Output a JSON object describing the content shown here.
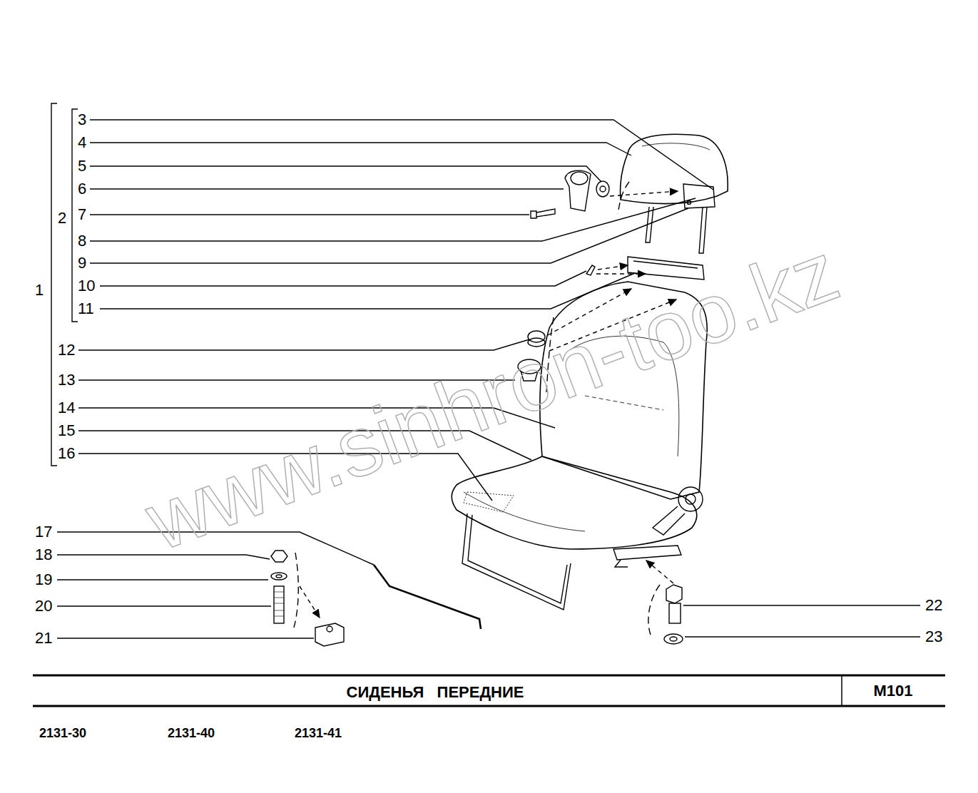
{
  "diagram": {
    "title": "СИДЕНЬЯ   ПЕРЕДНИЕ",
    "labels": [
      "1",
      "2",
      "3",
      "4",
      "5",
      "6",
      "7",
      "8",
      "9",
      "10",
      "11",
      "12",
      "13",
      "14",
      "15",
      "16",
      "17",
      "18",
      "19",
      "20",
      "21",
      "22",
      "23",
      "M101",
      "2131-30",
      "2131-40",
      "2131-41",
      "www.sinhron-too.kz"
    ]
  }
}
